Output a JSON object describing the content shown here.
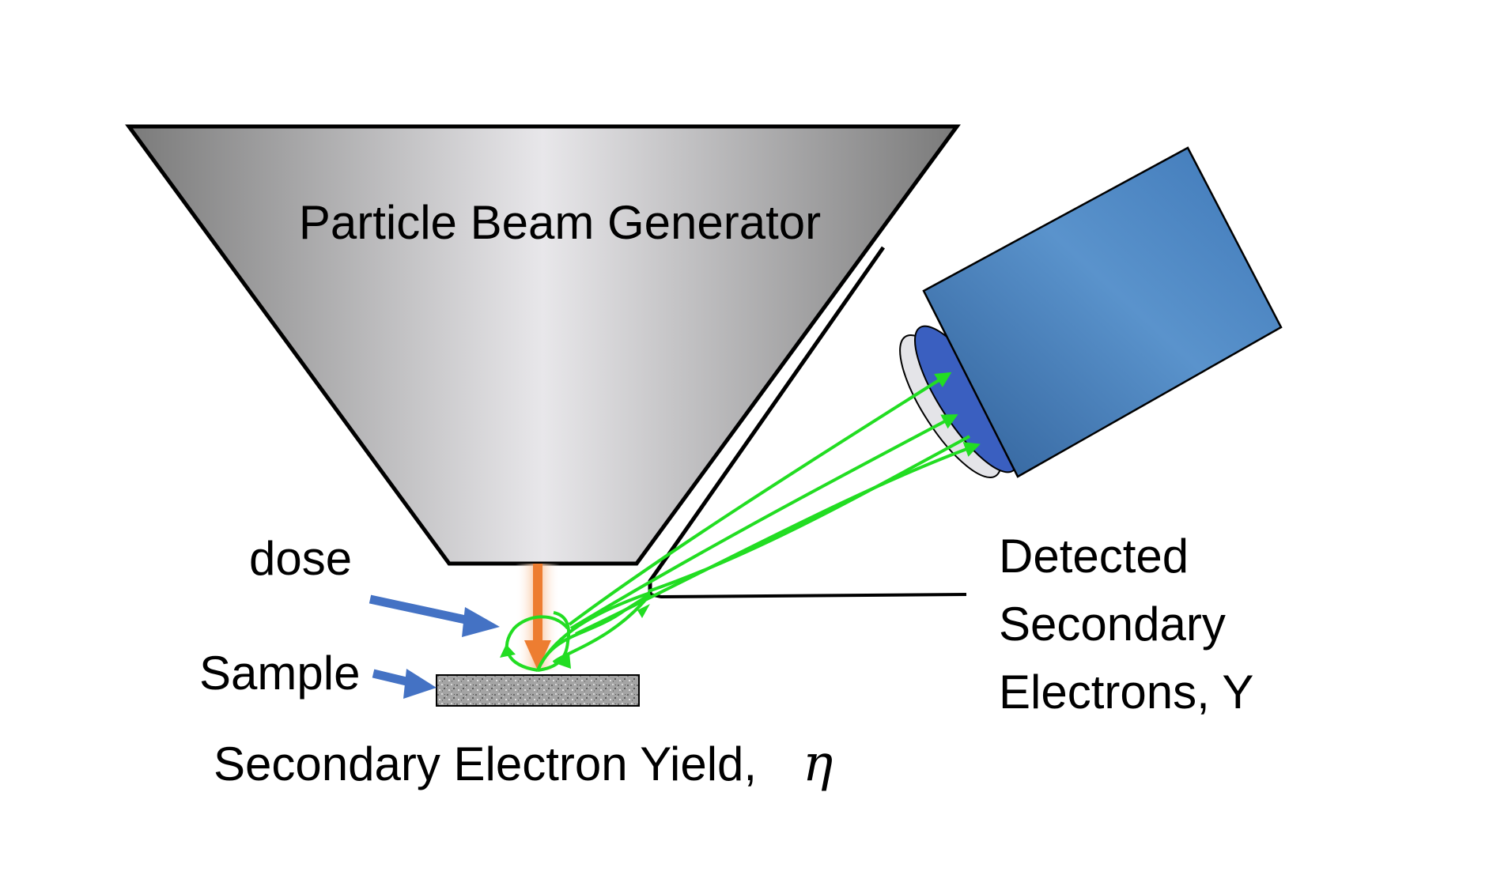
{
  "labels": {
    "generator": "Particle Beam Generator",
    "dose": "dose",
    "sample": "Sample",
    "yield_prefix": "Secondary Electron Yield,",
    "yield_symbol": "η",
    "detected": [
      "Detected",
      "Secondary",
      "Electrons, Y"
    ]
  },
  "colors": {
    "generator_edge": "#7a7a7a",
    "generator_center": "#e8e7ea",
    "beam": "#ed7d31",
    "beam_glow": "#f8c9a6",
    "pointer_arrow": "#4472c4",
    "electron_path": "#22dd22",
    "detector_body": "#3f78b8",
    "detector_highlight": "#5a93cc",
    "detector_ring": "#3a5fc0",
    "detector_face": "#e4e4e8",
    "sample_fill": "#a9a9a9"
  },
  "icons": {
    "generator": "inverted-trapezoid",
    "detector": "cylinder-detector",
    "sample": "granular-slab"
  }
}
